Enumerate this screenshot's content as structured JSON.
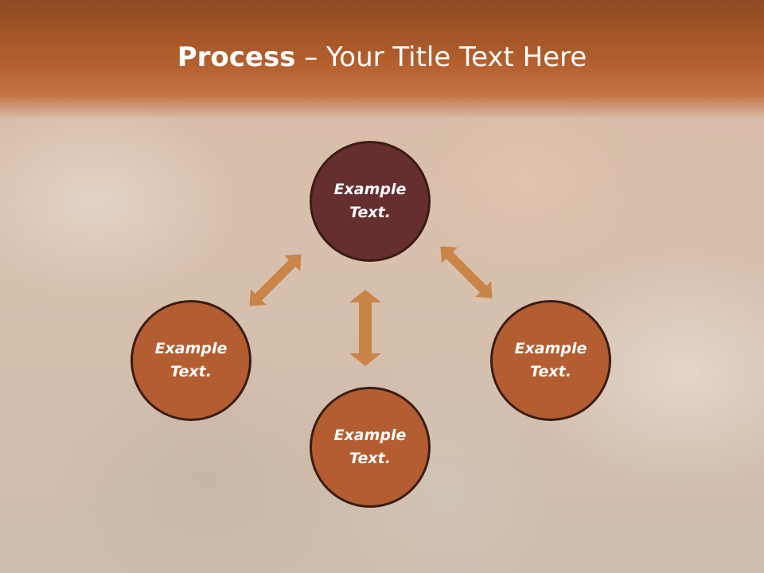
{
  "title": {
    "bold": "Process",
    "rest": " – Your Title Text Here"
  },
  "circles": {
    "top": {
      "line1": "Example",
      "line2": "Text."
    },
    "left": {
      "line1": "Example",
      "line2": "Text."
    },
    "right": {
      "line1": "Example",
      "line2": "Text."
    },
    "bottom": {
      "line1": "Example",
      "line2": "Text."
    }
  },
  "colors": {
    "accent": "#b45d30",
    "dark_accent": "#662e2e",
    "title_bar": "#b5602e",
    "arrow": "#c98448"
  }
}
